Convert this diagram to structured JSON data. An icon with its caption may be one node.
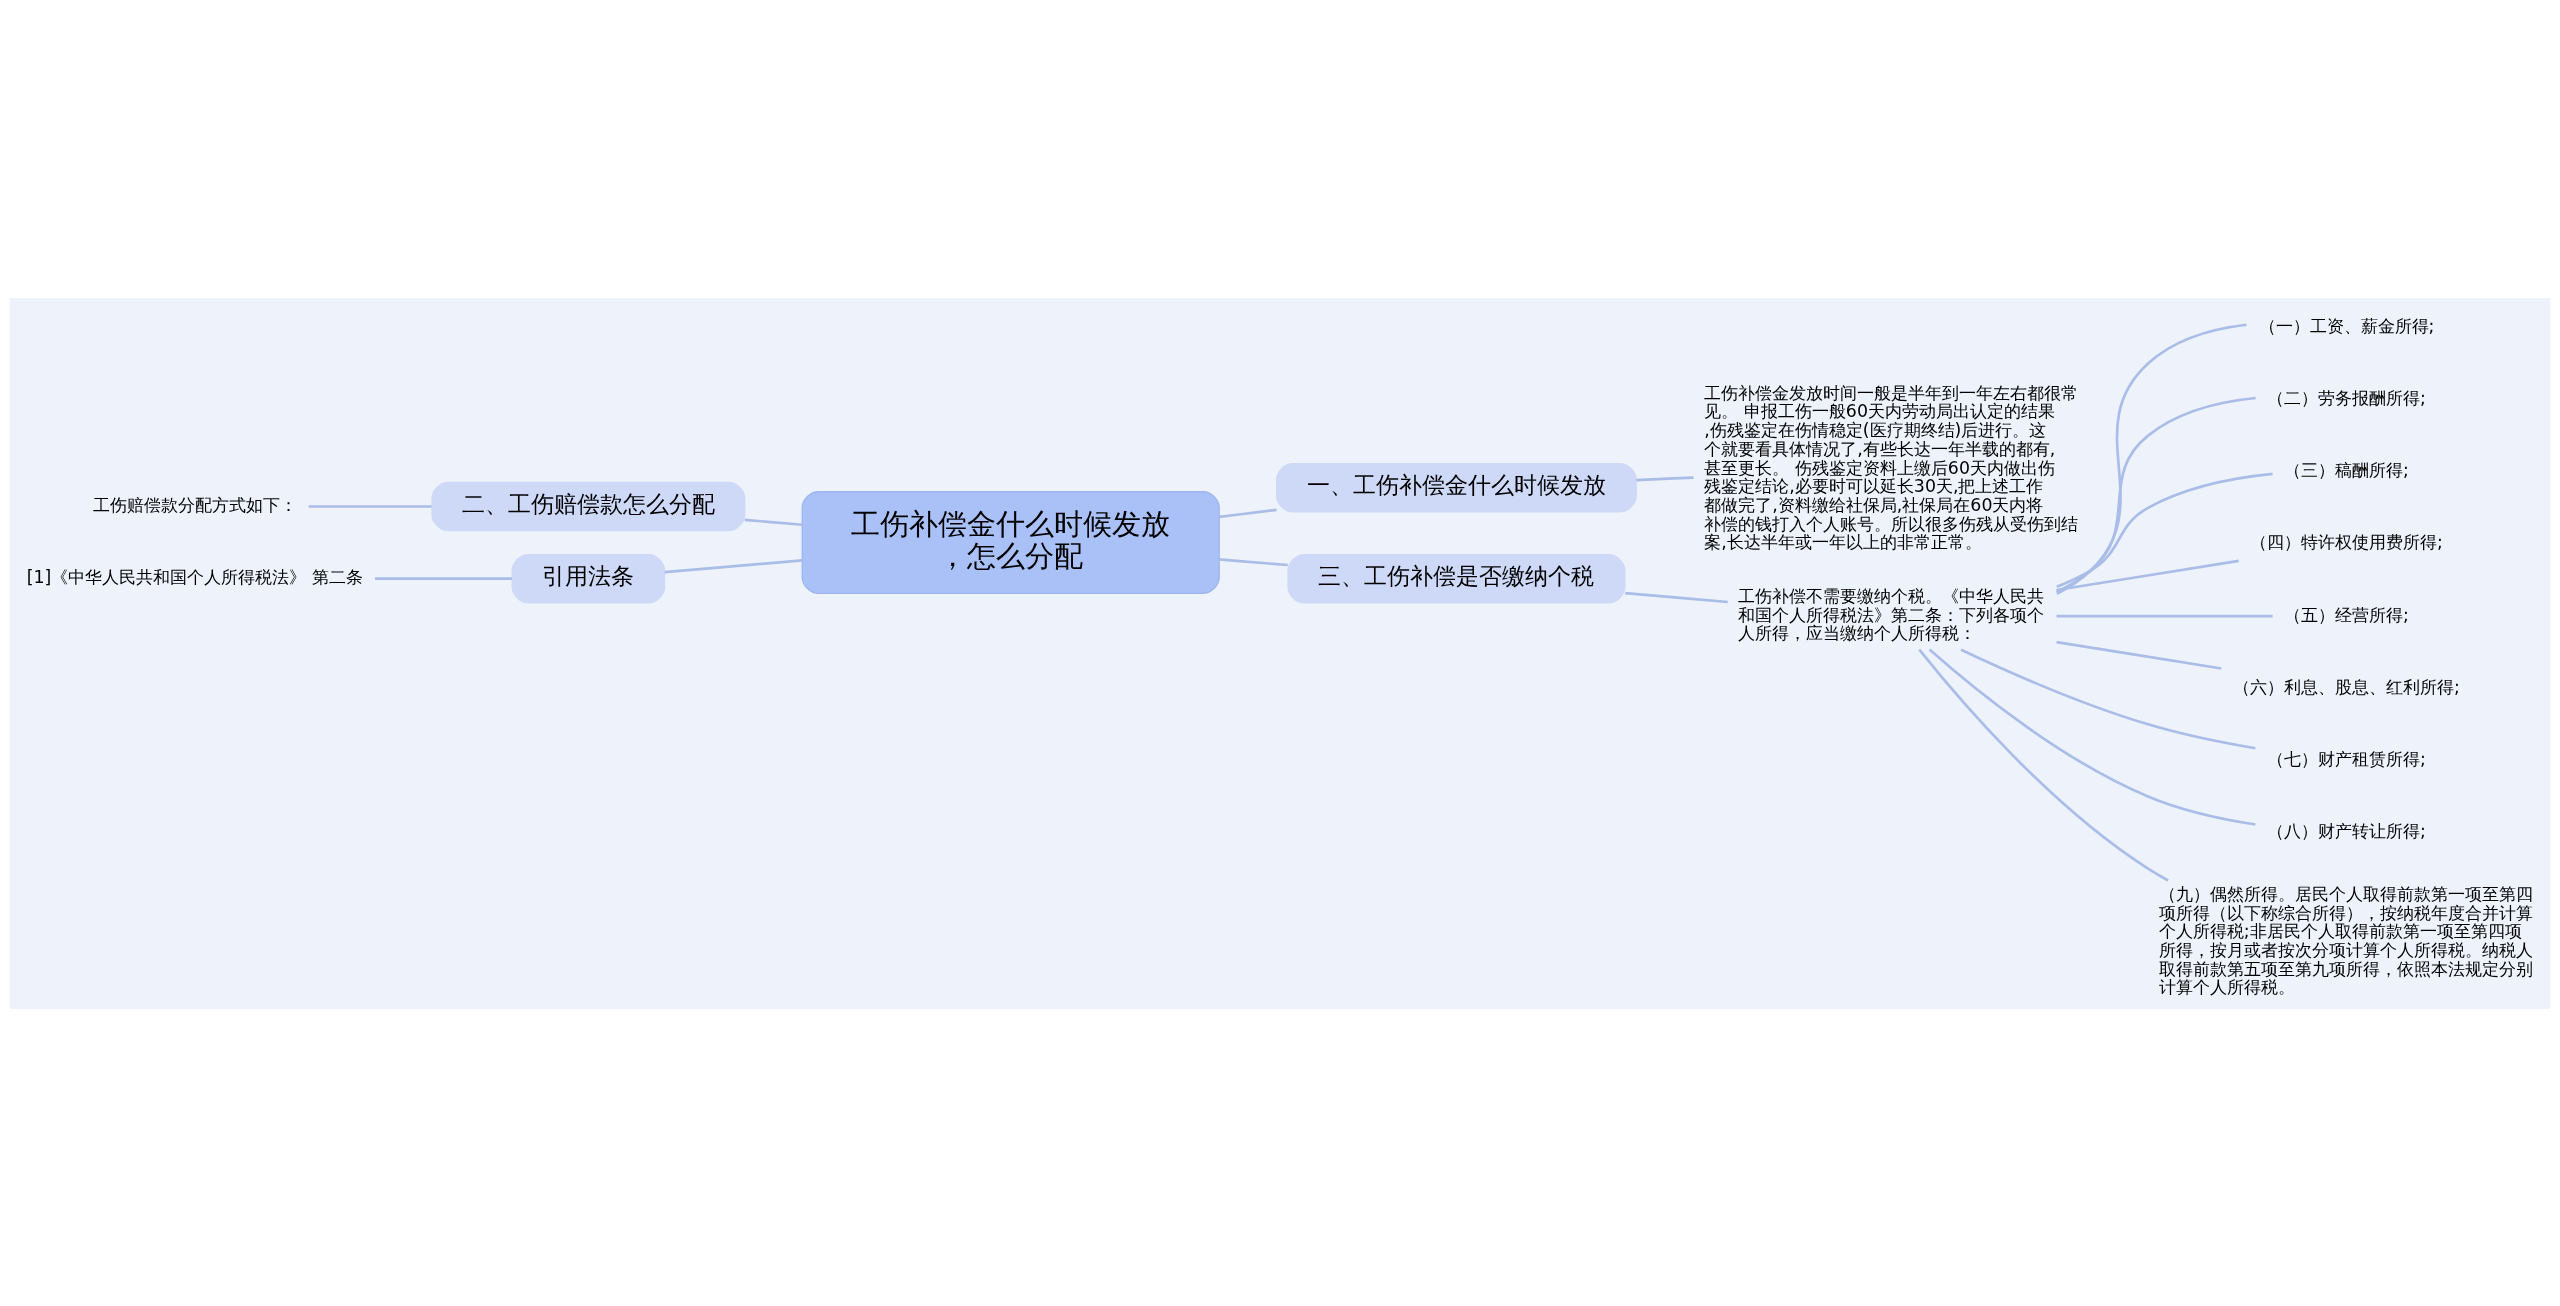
{
  "diagram": {
    "nodes": [
      {
        "text": [
          "工伤补偿金什么时候发放，怎么分配"
        ]
      },
      {
        "text": [
          "一、工伤补偿金什么时候发放"
        ]
      },
      {
        "text": [
          "工伤补偿金发放时间一般是半年到一年左右都很常见。 申报工伤一般60天内劳动局出认定的结果,伤残鉴定在伤情稳定(医疗期终结)后进行。这个就要看具体情况了,有些长达一年半载的都有,甚至更长。 伤残鉴定资料上缴后60天内做出伤残鉴定结论,必要时可以延长30天,把上述工作都做完了,资料缴给社保局,社保局在60天内将补偿的钱打入个人账号。所以很多伤残从受伤到结案,长达半年或一年以上的非常正常。"
        ]
      },
      {
        "text": [
          "二、工伤赔偿款怎么分配"
        ]
      },
      {
        "text": [
          "工伤赔偿款分配方式如下："
        ]
      },
      {
        "text": [
          "引用法条"
        ]
      },
      {
        "text": [
          "[1]《中华人民共和国个人所得税法》 第二条"
        ]
      },
      {
        "text": [
          "三、工伤补偿是否缴纳个税"
        ]
      },
      {
        "text": [
          "工伤补偿不需要缴纳个税。《中华人民共和国个人所得税法》第二条：下列各项个人所得，应当缴纳个人所得税："
        ]
      },
      {
        "text": [
          "（一）工资、薪金所得;"
        ]
      },
      {
        "text": [
          "（二）劳务报酬所得;"
        ]
      },
      {
        "text": [
          "（三）稿酬所得;"
        ]
      },
      {
        "text": [
          "（四）特许权使用费所得;"
        ]
      },
      {
        "text": [
          "（五）经营所得;"
        ]
      },
      {
        "text": [
          "（六）利息、股息、红利所得;"
        ]
      },
      {
        "text": [
          "（七）财产租赁所得;"
        ]
      },
      {
        "text": [
          "（八）财产转让所得;"
        ]
      },
      {
        "text": [
          "（九）偶然所得。居民个人取得前款第一项至第四项所得（以下称综合所得），按纳税年度合并计算个人所得税;非居民个人取得前款第一项至第四项所得，按月或者按次分项计算个人所得税。纳税人取得前款第五项至第九项所得，依照本法规定分别计算个人所得税。"
        ]
      }
    ],
    "edges": [
      {
        "from": 0,
        "to": 1,
        "arrow": "none"
      },
      {
        "from": 1,
        "to": 2,
        "arrow": "none"
      },
      {
        "from": 0,
        "to": 3,
        "arrow": "none"
      },
      {
        "from": 3,
        "to": 4,
        "arrow": "none"
      },
      {
        "from": 0,
        "to": 5,
        "arrow": "none"
      },
      {
        "from": 5,
        "to": 6,
        "arrow": "none"
      },
      {
        "from": 0,
        "to": 7,
        "arrow": "none"
      },
      {
        "from": 7,
        "to": 8,
        "arrow": "none"
      },
      {
        "from": 8,
        "to": 9,
        "arrow": "none"
      },
      {
        "from": 8,
        "to": 10,
        "arrow": "none"
      },
      {
        "from": 8,
        "to": 11,
        "arrow": "none"
      },
      {
        "from": 8,
        "to": 12,
        "arrow": "none"
      },
      {
        "from": 8,
        "to": 13,
        "arrow": "none"
      },
      {
        "from": 8,
        "to": 14,
        "arrow": "none"
      },
      {
        "from": 8,
        "to": 15,
        "arrow": "none"
      },
      {
        "from": 8,
        "to": 16,
        "arrow": "none"
      },
      {
        "from": 8,
        "to": 17,
        "arrow": "none"
      }
    ]
  }
}
